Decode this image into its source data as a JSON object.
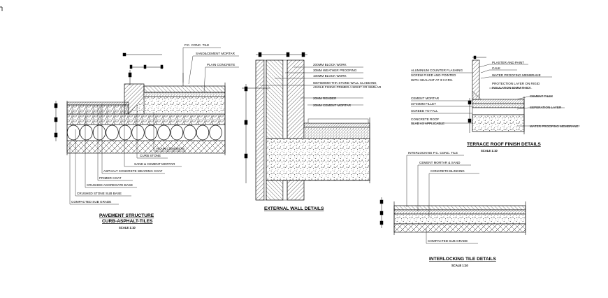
{
  "drawing": {
    "pavement": {
      "title_line1": "PAVEMENT STRUCTURE",
      "title_line2": "CURB-ASPHALT-TILES",
      "scale": "SCALE 1:10",
      "labels_top": [
        "P.C. CONC. TILE",
        "SAND&CEMENT MORTAR",
        "PLAIN CONCRETE"
      ],
      "labels_bottom": [
        "PLAIN CONCRETE",
        "CURB STONE",
        "SAND & CEMENT MORTAR",
        "ASPHALT CONCRETE WEARING COAT",
        "PRIMER COAT",
        "CRUSHED AGGREGATE BASE",
        "CRUSHED STONE SUB BASE",
        "COMPACTED SUB GRADE"
      ]
    },
    "external_wall": {
      "title": "EXTERNAL WALL DETAILS",
      "labels": [
        "200MM BLOCK WORK",
        "30MM WEATHER PROOFING",
        "100MM BLOCK WORK",
        "600*600MM THK STONE WALL CLADDING",
        "ANGLE FIXING PRIMED A 50X37 CR SIMILAR",
        "20MM RENDER",
        "20MM CEMENT MORTAR"
      ]
    },
    "terrace": {
      "title": "TERRACE ROOF FINISH DETAILS",
      "scale": "SCALE 1:10",
      "labels_left": [
        "ALUMINIUM COUNTER FLASHING",
        "SCREW FIXED AND POINTED",
        "WITH SEALANT AT 3:3 CRS.",
        "CEMENT MORTAR",
        "40*40MM FILLET",
        "SCREED TO FALL",
        "CONCRETE ROOF",
        "SLAB AS APPLICABLE"
      ],
      "labels_right": [
        "PLASTER AND PAINT",
        "CALK",
        "WATER PROOFING MEMBRANE",
        "PROTECTION LAYER ON RIGID",
        "INSULATION 50MM THICK.",
        "CEMENT TILES",
        "SEPERATION LAYER",
        "WATER PROOFING MEMBRANE"
      ]
    },
    "interlocking": {
      "title": "INTERLOCKING TILE DETAILS",
      "scale": "SCALE 1:10",
      "labels": [
        "INTERLOCKING P.C. CONC. TILE",
        "CEMENT MORTAR & SAND",
        "CONCRETE BLINDING",
        "COMPACTED SUB GRADE"
      ]
    }
  }
}
